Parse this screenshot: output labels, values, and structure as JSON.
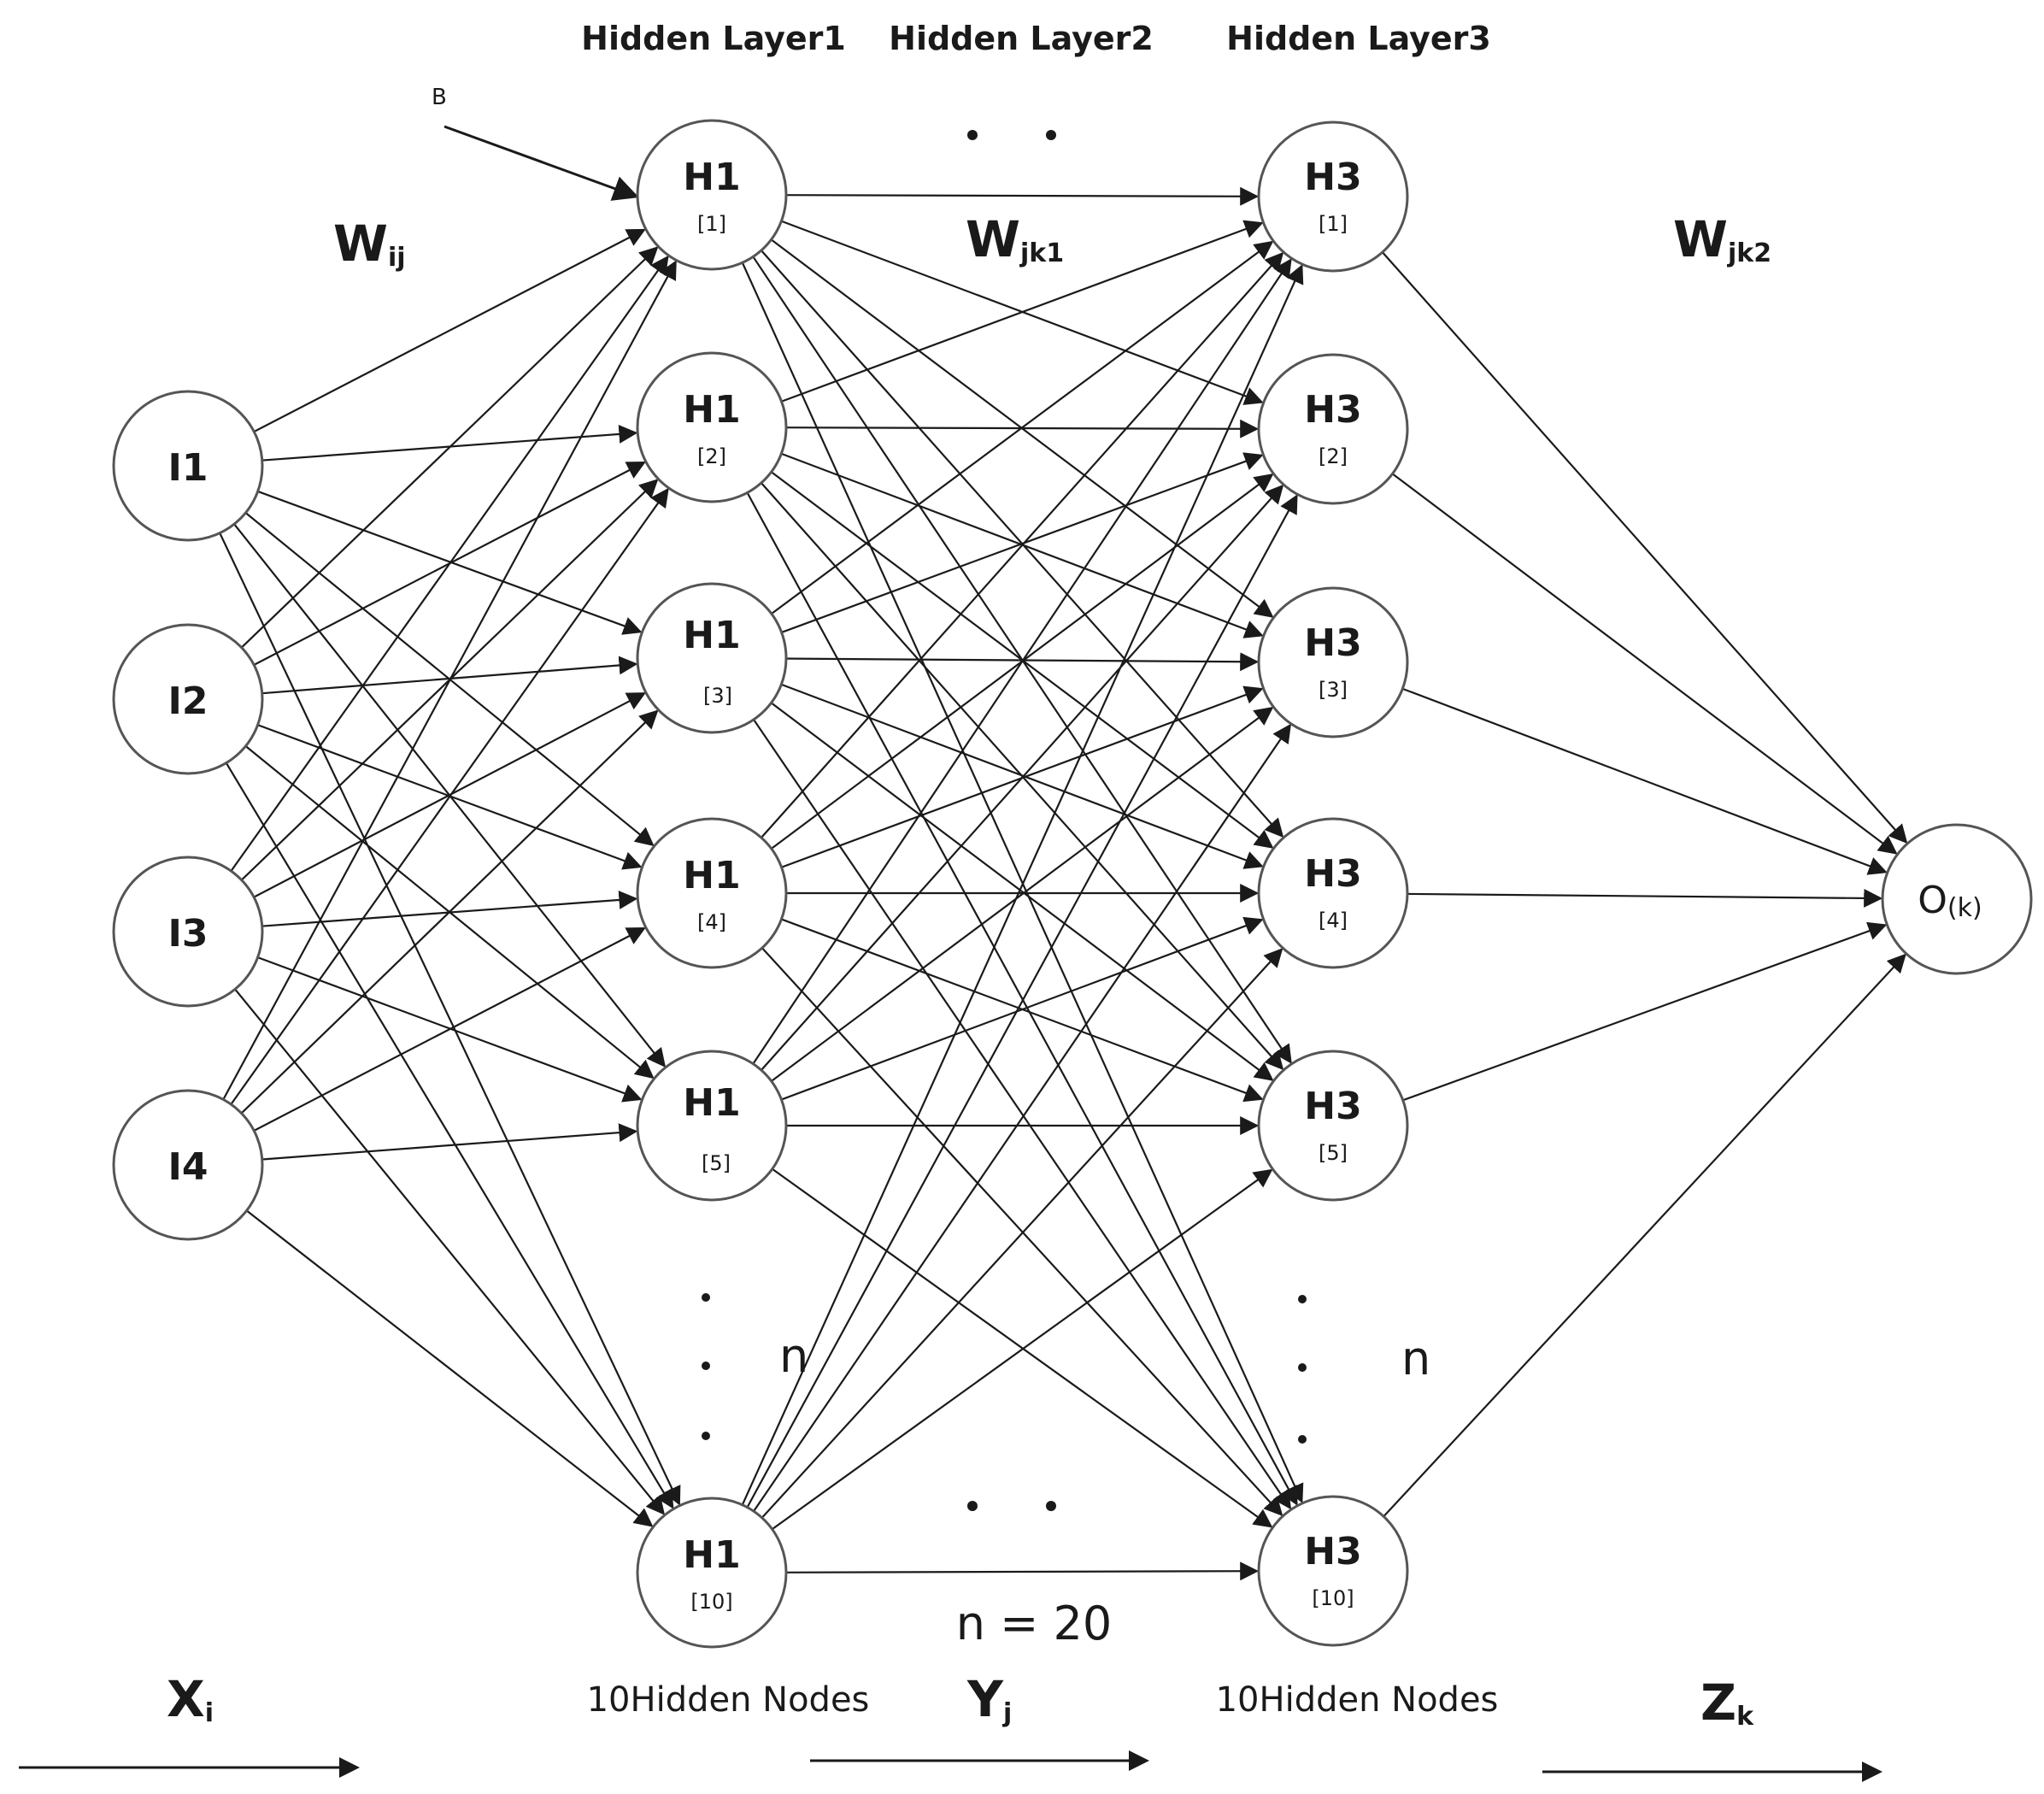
{
  "layers": {
    "hidden1_title": "Hidden Layer1",
    "hidden2_title": "Hidden Layer2",
    "hidden3_title": "Hidden Layer3"
  },
  "inputs": [
    {
      "label": "I1"
    },
    {
      "label": "I2"
    },
    {
      "label": "I3"
    },
    {
      "label": "I4"
    }
  ],
  "hidden1": [
    {
      "label": "H1",
      "index": "[1]"
    },
    {
      "label": "H1",
      "index": "[2]"
    },
    {
      "label": "H1",
      "index": "[3]"
    },
    {
      "label": "H1",
      "index": "[4]"
    },
    {
      "label": "H1",
      "index": "[5]"
    },
    {
      "label": "H1",
      "index": "[10]"
    }
  ],
  "hidden3": [
    {
      "label": "H3",
      "index": "[1]"
    },
    {
      "label": "H3",
      "index": "[2]"
    },
    {
      "label": "H3",
      "index": "[3]"
    },
    {
      "label": "H3",
      "index": "[4]"
    },
    {
      "label": "H3",
      "index": "[5]"
    },
    {
      "label": "H3",
      "index": "[10]"
    }
  ],
  "output": {
    "label": "O",
    "sub": "(k)"
  },
  "bias": "B",
  "weights": {
    "wij": {
      "main": "W",
      "sub": "ij"
    },
    "wjk1": {
      "main": "W",
      "sub": "jk1"
    },
    "wjk2": {
      "main": "W",
      "sub": "jk2"
    }
  },
  "vars": {
    "x": {
      "main": "X",
      "sub": "i"
    },
    "y": {
      "main": "Y",
      "sub": "j"
    },
    "z": {
      "main": "Z",
      "sub": "k"
    }
  },
  "captions": {
    "hidden_nodes_1": "10Hidden Nodes",
    "hidden_nodes_2": "10Hidden Nodes",
    "n_total": "n = 20",
    "n_left": "n",
    "n_right": "n"
  }
}
